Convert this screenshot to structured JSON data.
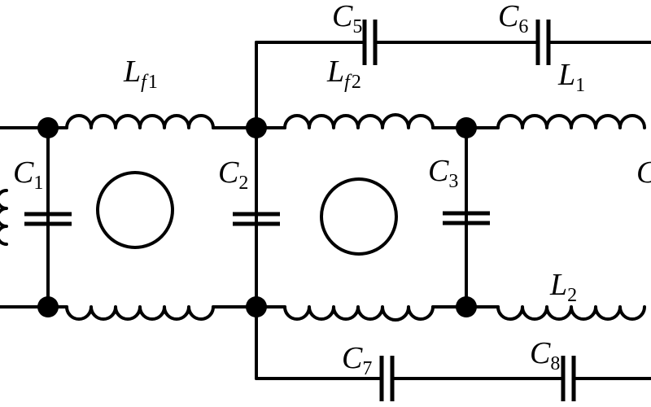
{
  "components": {
    "Lf1": {
      "main": "L",
      "sub_var": "f",
      "sub_num": "1"
    },
    "Lf2": {
      "main": "L",
      "sub_var": "f",
      "sub_num": "2"
    },
    "L1": {
      "main": "L",
      "sub": "1"
    },
    "L2": {
      "main": "L",
      "sub": "2"
    },
    "C1": {
      "main": "C",
      "sub": "1"
    },
    "C2": {
      "main": "C",
      "sub": "2"
    },
    "C3": {
      "main": "C",
      "sub": "3"
    },
    "C4": {
      "main": "C"
    },
    "C5": {
      "main": "C",
      "sub": "5"
    },
    "C6": {
      "main": "C",
      "sub": "6"
    },
    "C7": {
      "main": "C",
      "sub": "7"
    },
    "C8": {
      "main": "C",
      "sub": "8"
    }
  }
}
